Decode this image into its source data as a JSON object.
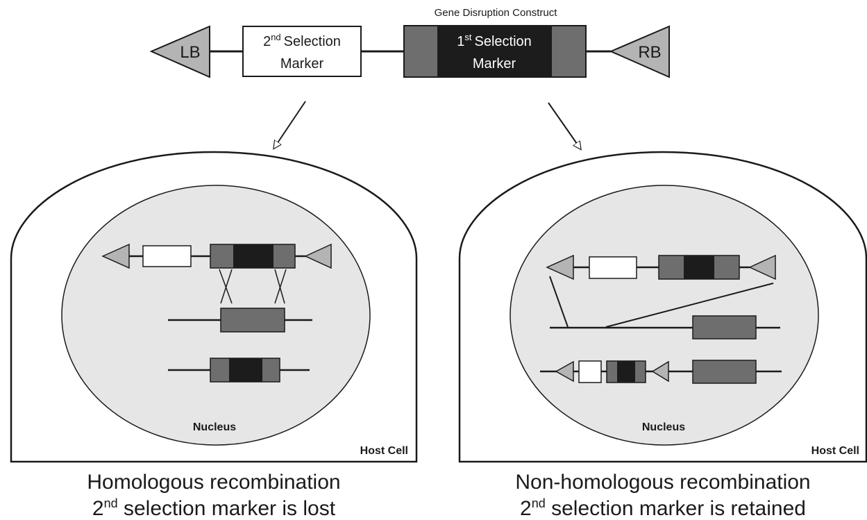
{
  "construct": {
    "title": "Gene Disruption Construct",
    "left_border": "LB",
    "right_border": "RB",
    "second_marker": {
      "ordinal_num": "2",
      "ordinal_suffix": "nd",
      "line1_rest": "Selection",
      "line2": "Marker"
    },
    "first_marker": {
      "ordinal_num": "1",
      "ordinal_suffix": "st",
      "line1_rest": "Selection",
      "line2": "Marker"
    }
  },
  "panels": {
    "left": {
      "nucleus_label": "Nucleus",
      "host_cell_label": "Host Cell",
      "caption_title": "Homologous recombination",
      "caption_num": "2",
      "caption_suffix": "nd",
      "caption_rest": "selection marker is lost"
    },
    "right": {
      "nucleus_label": "Nucleus",
      "host_cell_label": "Host Cell",
      "caption_title": "Non-homologous recombination",
      "caption_num": "2",
      "caption_suffix": "nd",
      "caption_rest": "selection marker is retained"
    }
  },
  "colors": {
    "dark_marker": "#1c1c1c",
    "mid_gray": "#6e6e6e",
    "border_triangle": "#b4b4b4",
    "nucleus_fill": "#e6e6e6",
    "line": "#1a1a1a"
  }
}
